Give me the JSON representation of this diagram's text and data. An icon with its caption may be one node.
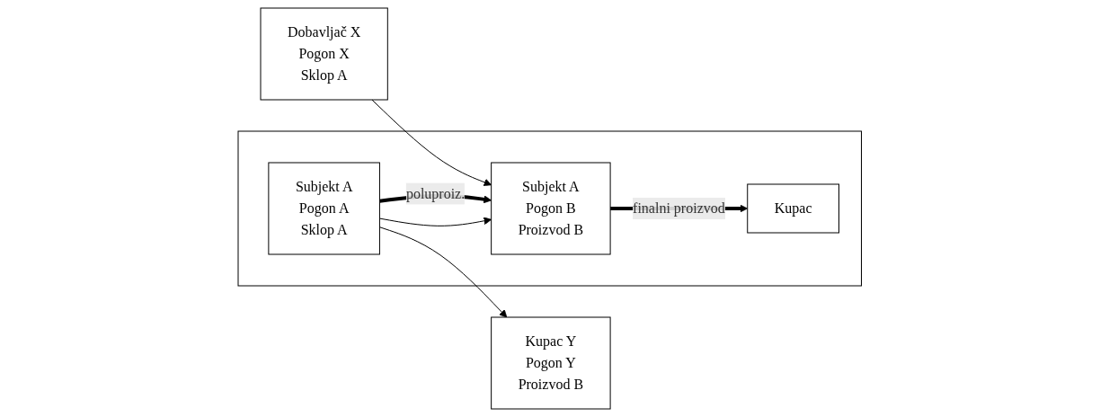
{
  "diagram": {
    "nodes": [
      {
        "text": [
          "Kupac Y",
          "Pogon Y",
          "Proizvod B"
        ]
      },
      {
        "text": [
          "Dobavljač X",
          "Pogon X",
          "Sklop A"
        ]
      },
      {
        "text": [],
        "shape": "box"
      },
      {
        "text": [
          "Subjekt A",
          "Pogon A",
          "Sklop A"
        ],
        "in": 2
      },
      {
        "text": [
          "Subjekt A",
          "Pogon B",
          "Proizvod B"
        ],
        "in": 2
      },
      {
        "text": [
          "Kupac"
        ],
        "in": 2
      }
    ],
    "edges": [
      {
        "from": 3,
        "to": 0,
        "arrow": "to"
      },
      {
        "from": 1,
        "to": 4,
        "arrow": "to"
      },
      {
        "from": 3,
        "to": 4,
        "arrow": "to",
        "label": "poluproiz.",
        "style": "thick"
      },
      {
        "from": 4,
        "to": 5,
        "arrow": "to",
        "label": "finalni proizvod",
        "style": "thick"
      },
      {
        "from": 3,
        "to": 4,
        "arrow": "to"
      }
    ]
  }
}
